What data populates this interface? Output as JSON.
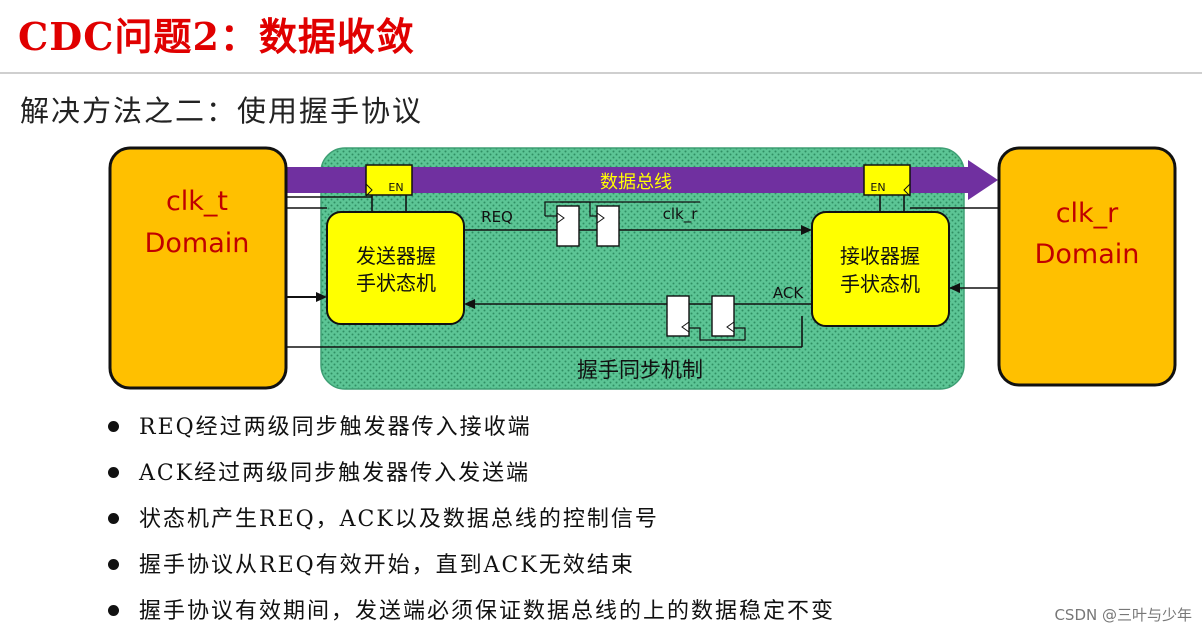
{
  "slide": {
    "title": "CDC问题2：数据收敛",
    "subtitle": "解决方法之二：使用握手协议"
  },
  "diagram": {
    "left_domain": [
      "clk_t",
      "Domain"
    ],
    "right_domain": [
      "clk_r",
      "Domain"
    ],
    "bus_label": "数据总线",
    "en_label": "EN",
    "sender": [
      "发送器握",
      "手状态机"
    ],
    "receiver": [
      "接收器握",
      "手状态机"
    ],
    "req_label": "REQ",
    "ack_label": "ACK",
    "clk_label": "clk_r",
    "mechanism_label": "握手同步机制",
    "colors": {
      "domain_fill": "#ffc000",
      "fsm_fill": "#ffff00",
      "bus_arrow": "#7030a0",
      "bus_text": "#ffff00",
      "region_fill": "#66cc99",
      "title_red": "#e00000"
    }
  },
  "bullets": [
    "REQ经过两级同步触发器传入接收端",
    "ACK经过两级同步触发器传入发送端",
    "状态机产生REQ，ACK以及数据总线的控制信号",
    "握手协议从REQ有效开始，直到ACK无效结束",
    "握手协议有效期间，发送端必须保证数据总线的上的数据稳定不变"
  ],
  "watermark": "CSDN @三叶与少年"
}
